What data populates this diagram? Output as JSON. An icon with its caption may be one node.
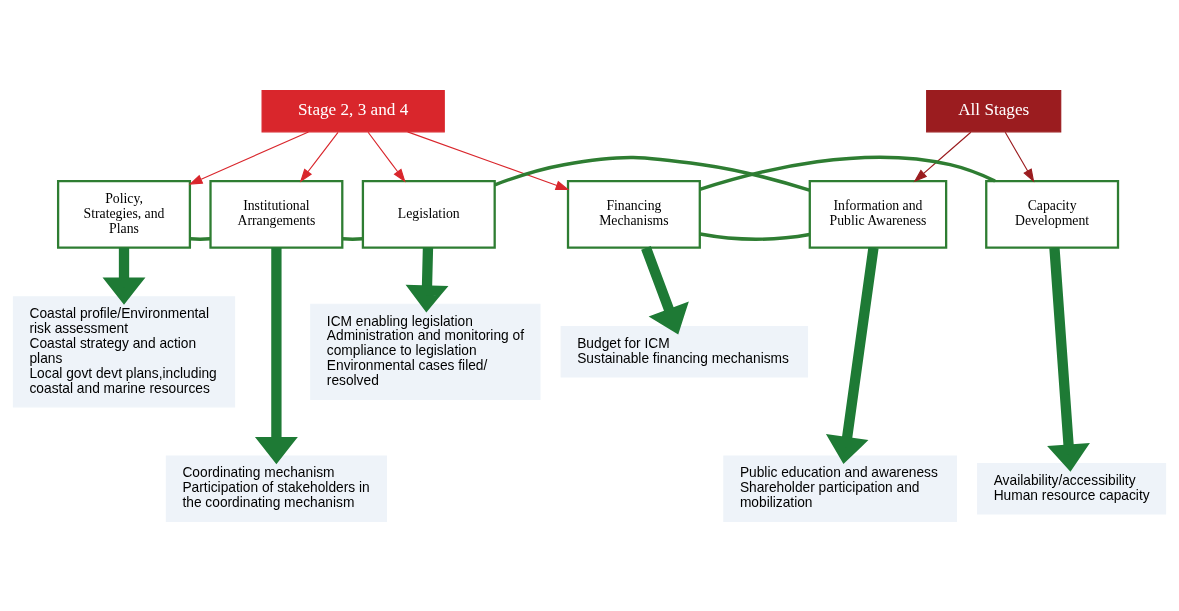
{
  "diagram": {
    "nodes": [
      {
        "text": [
          "Stage 2, 3 and 4"
        ]
      },
      {
        "text": [
          "All Stages"
        ]
      },
      {
        "text": [
          "Policy, Strategies, and Plans"
        ]
      },
      {
        "text": [
          "Institutional Arrangements"
        ]
      },
      {
        "text": [
          "Legislation"
        ]
      },
      {
        "text": [
          "Information and Public Awareness"
        ]
      },
      {
        "text": [
          "Financing Mechanisms"
        ]
      },
      {
        "text": [
          "Capacity Development"
        ]
      },
      {
        "text": [
          "Coastal profile/Environmental risk assessment",
          "Coastal strategy and action plans",
          "Local govt devt plans,including coastal and marine resources"
        ]
      },
      {
        "text": [
          "ICM enabling legislation",
          "Administration and monitoring of compliance to legislation",
          "Environmental cases filed/ resolved"
        ]
      },
      {
        "text": [
          "Budget for ICM",
          "Sustainable financing mechanisms"
        ]
      },
      {
        "text": [
          "Coordinating mechanism",
          "Participation of stakeholders in the coordinating mechanism"
        ]
      },
      {
        "text": [
          "Public education and awareness",
          "Shareholder participation and mobilization"
        ]
      },
      {
        "text": [
          "Availability/accessibility",
          "Human resource capacity"
        ]
      }
    ],
    "edges": [
      {
        "from": 0,
        "to": 2,
        "arrow": "to",
        "color": "#d9262c"
      },
      {
        "from": 0,
        "to": 3,
        "arrow": "to",
        "color": "#d9262c"
      },
      {
        "from": 0,
        "to": 4,
        "arrow": "to",
        "color": "#d9262c"
      },
      {
        "from": 0,
        "to": 6,
        "arrow": "to",
        "color": "#d9262c"
      },
      {
        "from": 1,
        "to": 5,
        "arrow": "to",
        "color": "#9b1c1f"
      },
      {
        "from": 1,
        "to": 7,
        "arrow": "to",
        "color": "#9b1c1f"
      },
      {
        "from": 2,
        "to": 3,
        "arrow": "none"
      },
      {
        "from": 3,
        "to": 4,
        "arrow": "none"
      },
      {
        "from": 4,
        "to": 5,
        "arrow": "none"
      },
      {
        "from": 5,
        "to": 6,
        "arrow": "none"
      },
      {
        "from": 6,
        "to": 7,
        "arrow": "none"
      },
      {
        "from": 2,
        "to": 8,
        "arrow": "to",
        "style": "thick"
      },
      {
        "from": 3,
        "to": 11,
        "arrow": "to",
        "style": "thick"
      },
      {
        "from": 4,
        "to": 9,
        "arrow": "to",
        "style": "thick"
      },
      {
        "from": 5,
        "to": 12,
        "arrow": "to",
        "style": "thick"
      },
      {
        "from": 6,
        "to": 10,
        "arrow": "to",
        "style": "thick"
      },
      {
        "from": 7,
        "to": 13,
        "arrow": "to",
        "style": "thick"
      }
    ]
  }
}
